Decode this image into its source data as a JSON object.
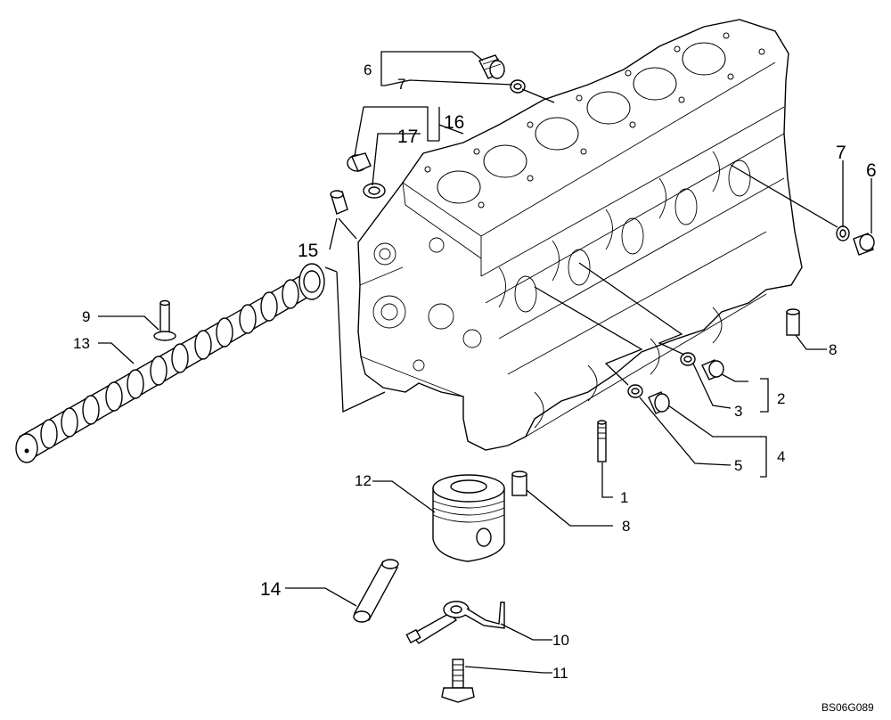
{
  "diagram": {
    "callouts": {
      "c1": "1",
      "c2": "2",
      "c3": "3",
      "c4": "4",
      "c5": "5",
      "c6a": "6",
      "c6b": "6",
      "c7a": "7",
      "c7b": "7",
      "c8a": "8",
      "c8b": "8",
      "c9": "9",
      "c10": "10",
      "c11": "11",
      "c12": "12",
      "c13": "13",
      "c14": "14",
      "c15": "15",
      "c16": "16",
      "c17": "17"
    },
    "figure_code": "BS06G089"
  },
  "colors": {
    "line": "#000000",
    "background": "#ffffff"
  }
}
